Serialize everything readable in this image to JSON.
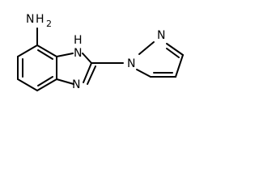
{
  "molecule": {
    "atoms": {
      "amine": {
        "element": "N",
        "hydrogen_label": "H",
        "subscript": "2"
      },
      "nh_hydrogen": "H",
      "nh_nitrogen": "N",
      "imidazole_nitrogen": "N",
      "pyrazole_n1": "N",
      "pyrazole_n2": "N"
    }
  }
}
